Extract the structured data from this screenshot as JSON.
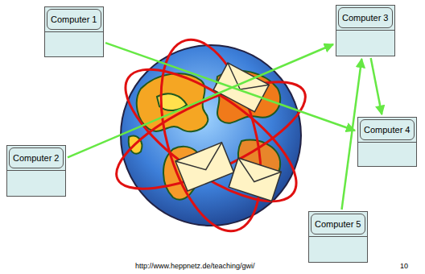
{
  "diagram": {
    "nodes": [
      {
        "text": [
          "Computer 1"
        ]
      },
      {
        "text": [
          "Computer 2"
        ]
      },
      {
        "text": [
          "Computer 3"
        ]
      },
      {
        "text": [
          "Computer 4"
        ]
      },
      {
        "text": [
          "Computer 5"
        ]
      }
    ],
    "edges": [
      {
        "from": 0,
        "to": 3,
        "arrow": "to"
      },
      {
        "from": 1,
        "to": 2,
        "arrow": "to"
      },
      {
        "from": 2,
        "to": 3,
        "arrow": "to"
      },
      {
        "from": 4,
        "to": 2,
        "arrow": "to"
      }
    ],
    "labels": [
      "http://www.heppnetz.de/teaching/gwi/",
      "10"
    ]
  }
}
